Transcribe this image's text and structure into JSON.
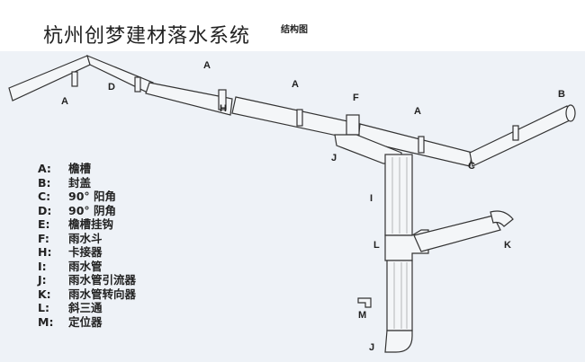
{
  "title": "杭州创梦建材落水系统",
  "subtitle": "结构图",
  "legend": [
    {
      "key": "A:",
      "label": "檐槽"
    },
    {
      "key": "B:",
      "label": "封盖"
    },
    {
      "key": "C:",
      "label": "90° 阳角"
    },
    {
      "key": "D:",
      "label": "90° 阴角"
    },
    {
      "key": "E:",
      "label": "檐槽挂钩"
    },
    {
      "key": "F:",
      "label": "雨水斗"
    },
    {
      "key": "H:",
      "label": "卡接器"
    },
    {
      "key": "I:",
      "label": "雨水管"
    },
    {
      "key": "J:",
      "label": "雨水管引流器"
    },
    {
      "key": "K:",
      "label": "雨水管转向器"
    },
    {
      "key": "L:",
      "label": "斜三通"
    },
    {
      "key": "M:",
      "label": "定位器"
    }
  ],
  "callouts": {
    "a1": "A",
    "d": "D",
    "a2": "A",
    "h": "H",
    "a3": "A",
    "f": "F",
    "a4": "A",
    "b": "B",
    "c": "C",
    "j1": "J",
    "i": "I",
    "l": "L",
    "k": "K",
    "m": "M",
    "j2": "J"
  }
}
